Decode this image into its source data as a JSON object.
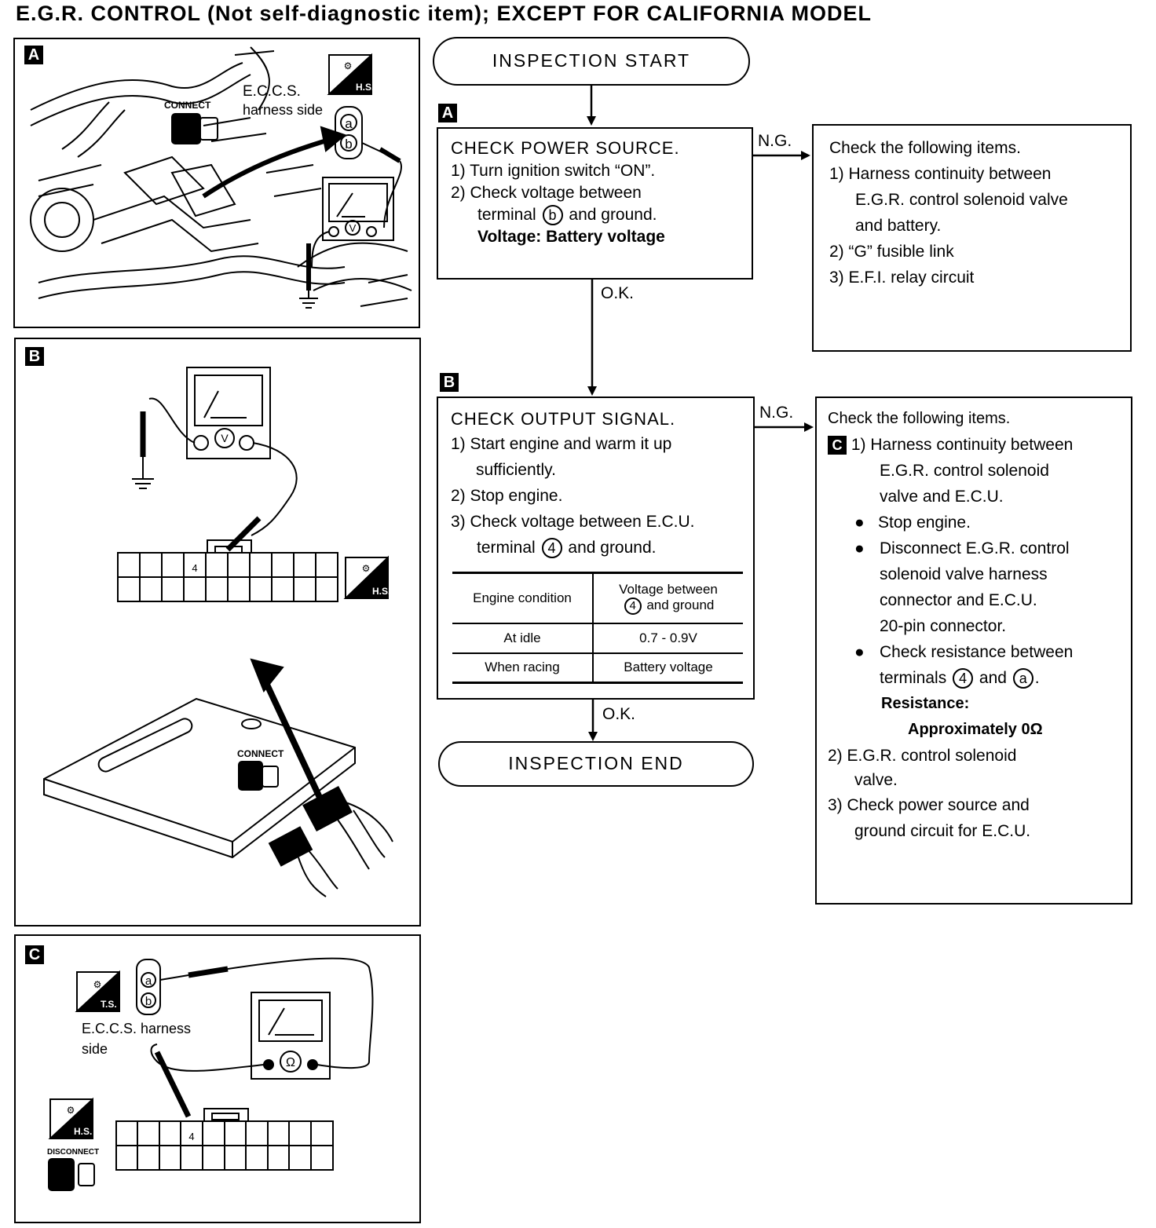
{
  "title": "E.G.R. CONTROL (Not self-diagnostic item); EXCEPT FOR CALIFORNIA MODEL",
  "panels": {
    "a": {
      "tag": "A",
      "connect_label": "CONNECT",
      "harness_label_1": "E.C.C.S.",
      "harness_label_2": "harness side",
      "hs_label": "H.S.",
      "pin_a": "a",
      "pin_b": "b",
      "meter_label": "V"
    },
    "b": {
      "tag": "B",
      "pin_label": "4",
      "hs_label": "H.S.",
      "connect_label": "CONNECT",
      "meter_label": "V"
    },
    "c": {
      "tag": "C",
      "ts_label": "T.S.",
      "pin_a": "a",
      "pin_b": "b",
      "harness_label_1": "E.C.C.S. harness",
      "harness_label_2": "side",
      "hs_label": "H.S.",
      "disconnect_label": "DISCONNECT",
      "pin_label": "4",
      "meter_label": "Ω"
    }
  },
  "flow": {
    "start": "INSPECTION START",
    "end": "INSPECTION END",
    "step_a": {
      "tag": "A",
      "heading": "CHECK POWER SOURCE.",
      "line1": "1) Turn ignition switch “ON”.",
      "line2": "2) Check voltage between",
      "line3_pre": "terminal",
      "line3_circ": "b",
      "line3_post": "and ground.",
      "line4": "Voltage:  Battery voltage"
    },
    "step_b": {
      "tag": "B",
      "heading": "CHECK OUTPUT SIGNAL.",
      "line1": "1) Start engine and warm it up",
      "line2": "sufficiently.",
      "line3": "2) Stop engine.",
      "line4": "3) Check voltage between E.C.U.",
      "line5_pre": "terminal",
      "line5_circ": "4",
      "line5_post": "and ground.",
      "table": {
        "col1_header": "Engine condition",
        "col2_header_1": "Voltage between",
        "col2_header_circ": "4",
        "col2_header_2": "and ground",
        "rows": [
          {
            "condition": "At idle",
            "voltage": "0.7 - 0.9V"
          },
          {
            "condition": "When racing",
            "voltage": "Battery voltage"
          }
        ]
      }
    },
    "ng_label": "N.G.",
    "ok_label": "O.K.",
    "ng_a": {
      "heading": "Check the following items.",
      "line1": "1) Harness continuity between",
      "line2": "E.G.R. control solenoid valve",
      "line3": "and battery.",
      "line4": "2) “G” fusible link",
      "line5": "3) E.F.I. relay circuit"
    },
    "ng_b": {
      "heading": "Check the following items.",
      "tag": "C",
      "line1": "1) Harness continuity between",
      "line2": "E.G.R. control solenoid",
      "line3": "valve and E.C.U.",
      "bullet1": "Stop engine.",
      "bullet2_1": "Disconnect E.G.R. control",
      "bullet2_2": "solenoid valve harness",
      "bullet2_3": "connector and E.C.U.",
      "bullet2_4": "20-pin connector.",
      "bullet3_1": "Check resistance between",
      "bullet3_pre": "terminals",
      "bullet3_circ1": "4",
      "bullet3_and": "and",
      "bullet3_circ2": "a",
      "resistance_label": "Resistance:",
      "resistance_value": "Approximately 0Ω",
      "line4": "2) E.G.R. control solenoid",
      "line5": "valve.",
      "line6": "3) Check power source and",
      "line7": "ground circuit for E.C.U."
    }
  }
}
